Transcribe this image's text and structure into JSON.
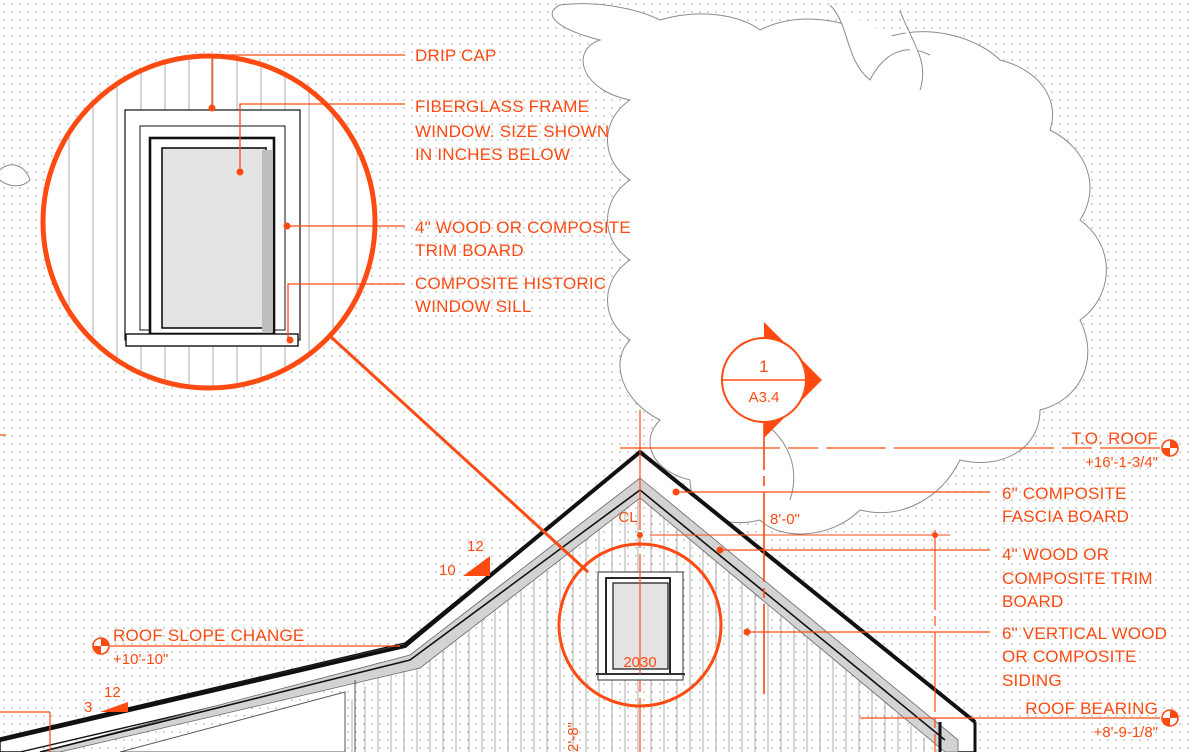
{
  "callouts": {
    "drip_cap": "DRIP CAP",
    "window": [
      "FIBERGLASS FRAME",
      "WINDOW. SIZE SHOWN",
      "IN INCHES BELOW"
    ],
    "trim": [
      "4\" WOOD OR COMPOSITE",
      "TRIM BOARD"
    ],
    "sill": [
      "COMPOSITE HISTORIC",
      "WINDOW SILL"
    ],
    "fascia": [
      "6\" COMPOSITE",
      "FASCIA BOARD"
    ],
    "trim2": [
      "4\" WOOD OR",
      "COMPOSITE TRIM",
      "BOARD"
    ],
    "siding": [
      "6\" VERTICAL WOOD",
      "OR COMPOSITE",
      "SIDING"
    ]
  },
  "section_marker": {
    "number": "1",
    "sheet": "A3.4"
  },
  "levels": {
    "to_roof": {
      "label": "T.O. ROOF",
      "elevation": "+16'-1-3/4\""
    },
    "slope_change": {
      "label": "ROOF SLOPE CHANGE",
      "elevation": "+10'-10\""
    },
    "roof_bearing": {
      "label": "ROOF BEARING",
      "elevation": "+8'-9-1/8\""
    }
  },
  "dimensions": {
    "ridge_height": "8'-0\"",
    "lower": "2'-8\""
  },
  "centerline": "CL",
  "window_tag": "2030",
  "pitches": {
    "main": {
      "rise": "12",
      "run": "10"
    },
    "lower": {
      "rise": "12",
      "run": "3"
    }
  },
  "colors": {
    "annotation": "#ff4a12",
    "line": "#111111",
    "siding": "#9a9a9a",
    "glass": "#e4e4e4"
  }
}
